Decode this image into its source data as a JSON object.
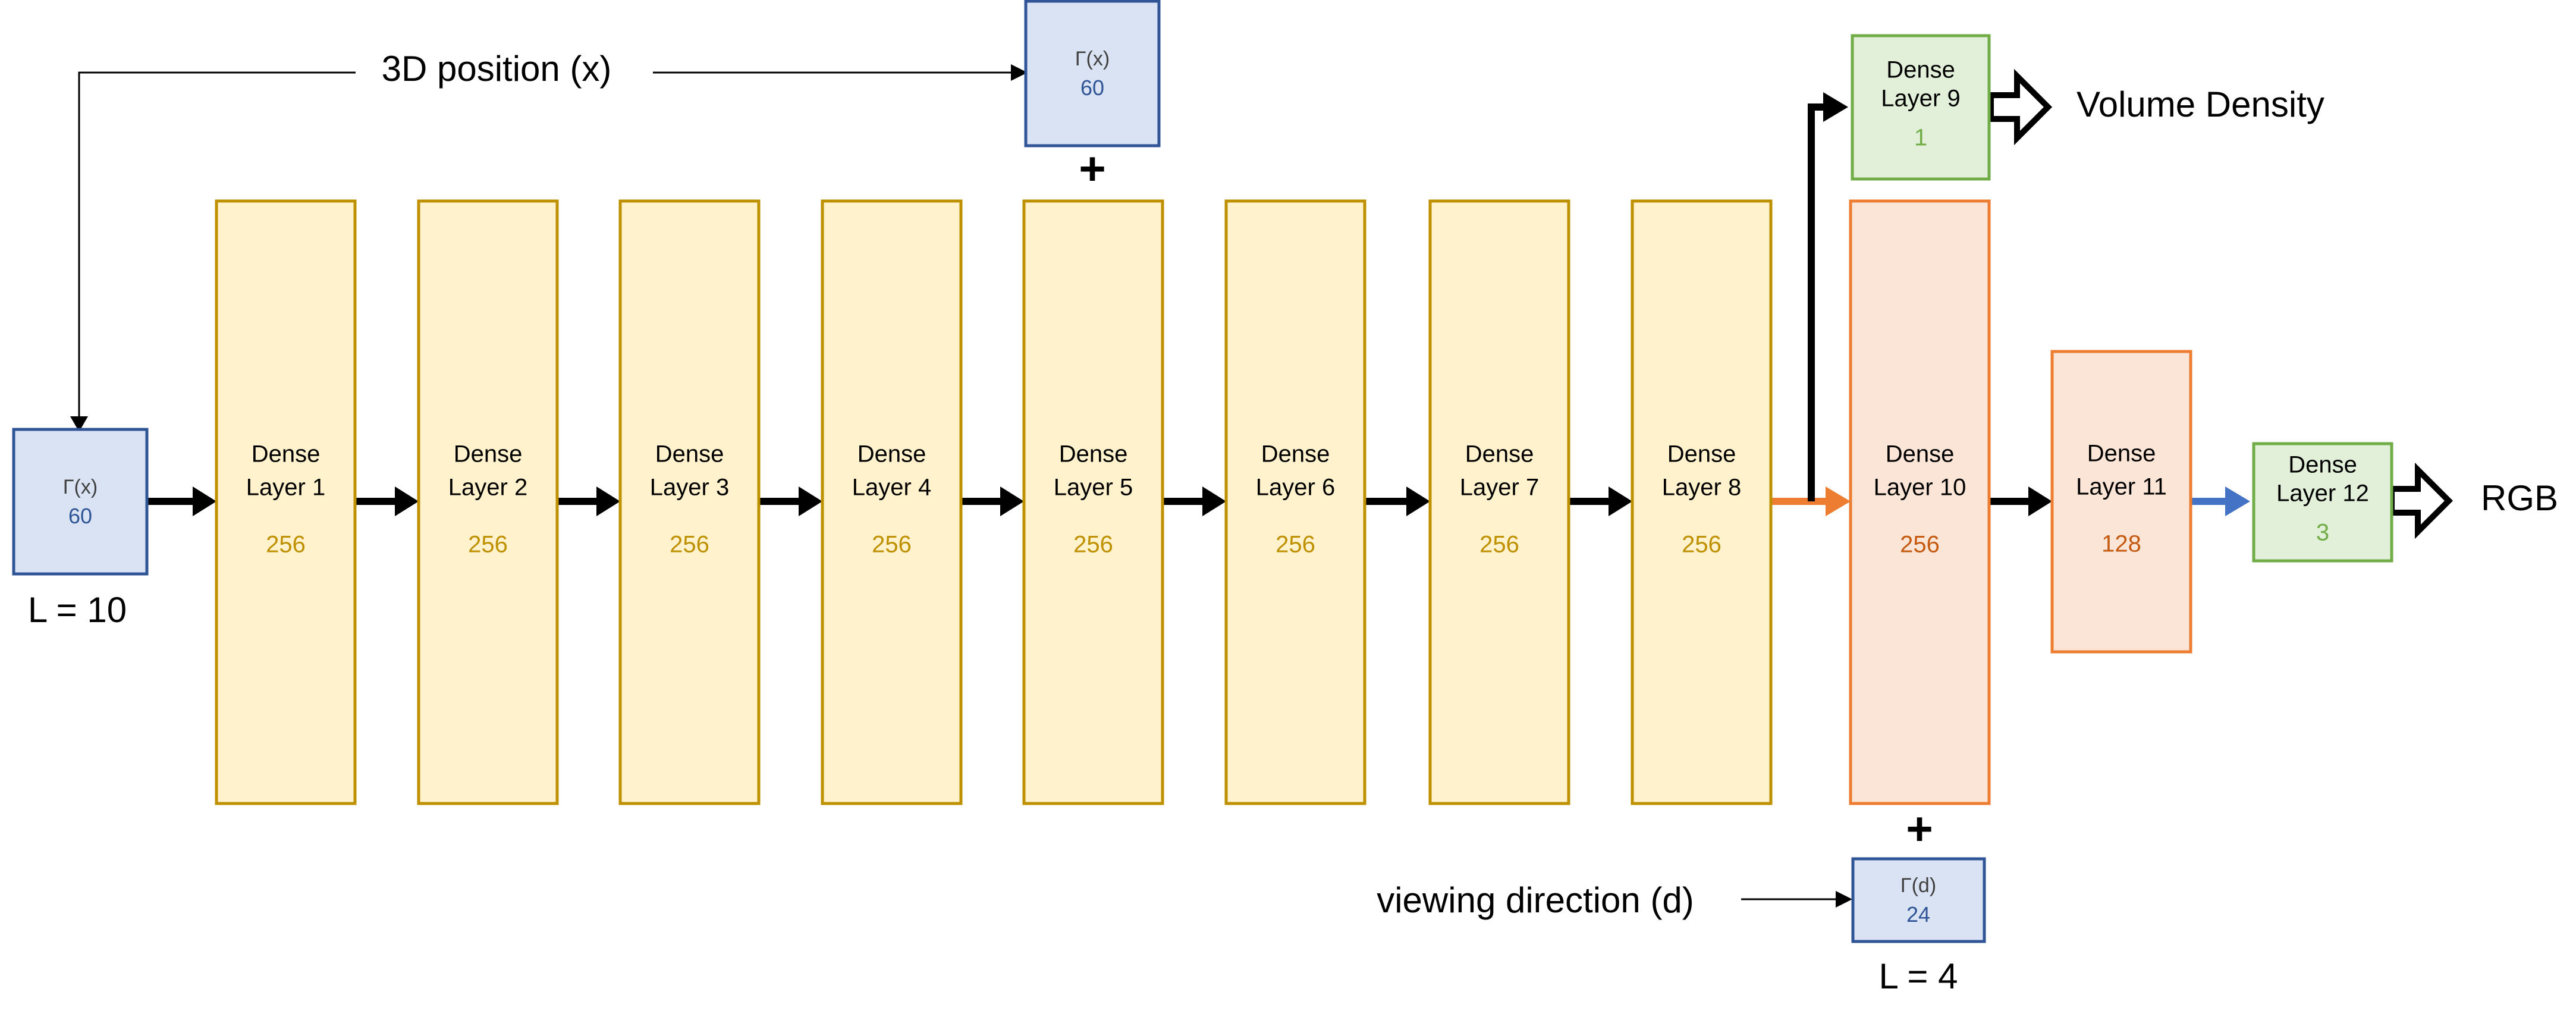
{
  "inputs": {
    "position_label": "3D position (x)",
    "direction_label": "viewing direction (d)",
    "gamma_x_label": "Γ(x)",
    "gamma_x_value": "60",
    "gamma_d_label": "Γ(d)",
    "gamma_d_value": "24",
    "l_x": "L = 10",
    "l_d": "L = 4"
  },
  "concat_symbol": "+",
  "layers": [
    {
      "id": "layer1",
      "line1": "Dense",
      "line2": "Layer 1",
      "units": "256"
    },
    {
      "id": "layer2",
      "line1": "Dense",
      "line2": "Layer 2",
      "units": "256"
    },
    {
      "id": "layer3",
      "line1": "Dense",
      "line2": "Layer 3",
      "units": "256"
    },
    {
      "id": "layer4",
      "line1": "Dense",
      "line2": "Layer 4",
      "units": "256"
    },
    {
      "id": "layer5",
      "line1": "Dense",
      "line2": "Layer 5",
      "units": "256"
    },
    {
      "id": "layer6",
      "line1": "Dense",
      "line2": "Layer 6",
      "units": "256"
    },
    {
      "id": "layer7",
      "line1": "Dense",
      "line2": "Layer 7",
      "units": "256"
    },
    {
      "id": "layer8",
      "line1": "Dense",
      "line2": "Layer 8",
      "units": "256"
    },
    {
      "id": "layer9",
      "line1": "Dense",
      "line2": "Layer 9",
      "units": "1"
    },
    {
      "id": "layer10",
      "line1": "Dense",
      "line2": "Layer 10",
      "units": "256"
    },
    {
      "id": "layer11",
      "line1": "Dense",
      "line2": "Layer 11",
      "units": "128"
    },
    {
      "id": "layer12",
      "line1": "Dense",
      "line2": "Layer 12",
      "units": "3"
    }
  ],
  "outputs": {
    "density": "Volume Density",
    "rgb": "RGB"
  },
  "colors": {
    "yellow_fill": "#fff2cc",
    "yellow_stroke": "#bf9000",
    "orange_fill": "#fbe5d6",
    "orange_stroke": "#ed7d31",
    "orange_text": "#c55a11",
    "green_fill": "#e2f0d9",
    "green_stroke": "#70ad47",
    "blue_fill": "#dae3f3",
    "blue_stroke": "#2f5597",
    "blue_text": "#2f5597",
    "arrow_black": "#000000",
    "arrow_orange": "#ed7d31",
    "arrow_blue": "#4472c4"
  }
}
